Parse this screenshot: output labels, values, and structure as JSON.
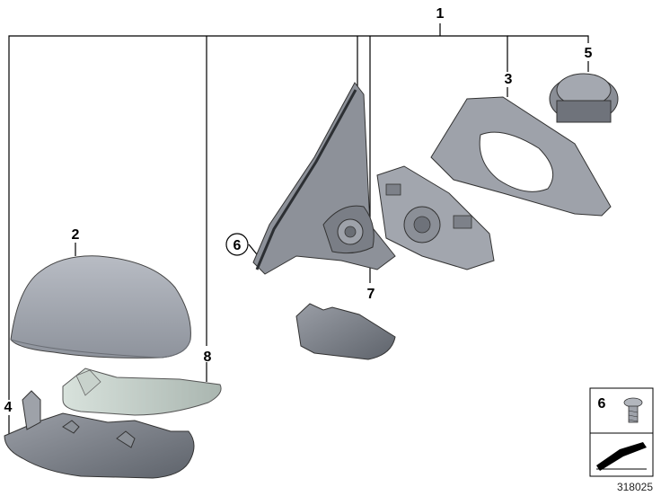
{
  "diagram": {
    "callouts": {
      "c1": "1",
      "c2": "2",
      "c3": "3",
      "c4": "4",
      "c5": "5",
      "c6": "6",
      "c7": "7",
      "c8": "8"
    },
    "legend_box": {
      "number": "6"
    },
    "diagram_id": "318025"
  }
}
